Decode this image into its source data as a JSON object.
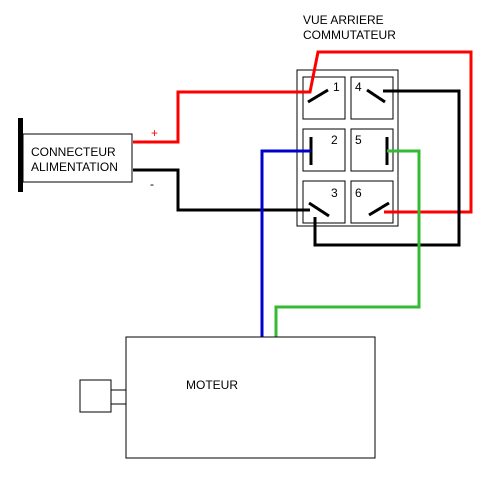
{
  "title": {
    "line1": "VUE ARRIERE",
    "line2": "COMMUTATEUR"
  },
  "connector": {
    "line1": "CONNECTEUR",
    "line2": "ALIMENTATION",
    "plus": "+",
    "minus": "-"
  },
  "switch": {
    "terminals": [
      "1",
      "2",
      "3",
      "4",
      "5",
      "6"
    ]
  },
  "motor": {
    "label": "MOTEUR"
  },
  "colors": {
    "positive_wire": "#ff0000",
    "negative_wire": "#000000",
    "blue_wire": "#0000cc",
    "green_wire": "#33bb33",
    "plus_sign": "#ff0000"
  }
}
